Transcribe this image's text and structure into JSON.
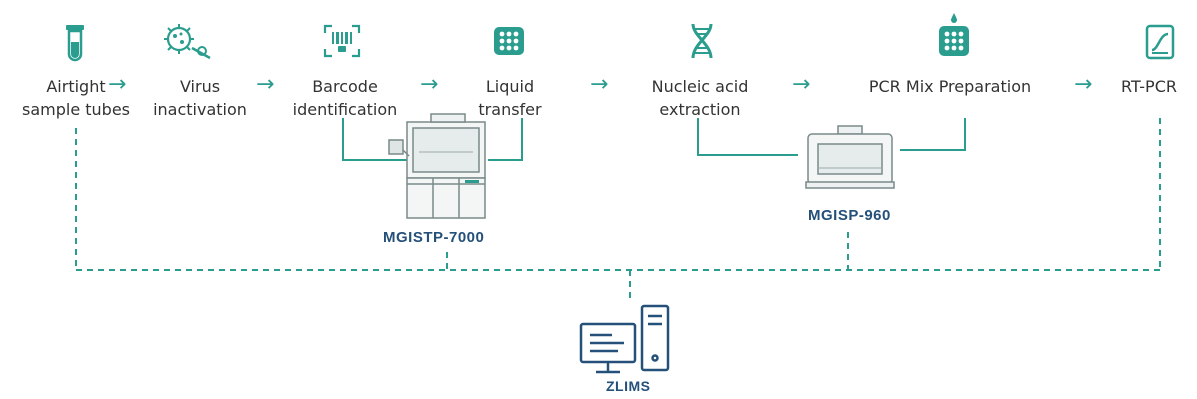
{
  "steps": [
    {
      "label": "Airtight\nsample tubes",
      "icon": "test-tube-icon"
    },
    {
      "label": "Virus\ninactivation",
      "icon": "virus-icon"
    },
    {
      "label": "Barcode\nidentification",
      "icon": "barcode-scan-icon"
    },
    {
      "label": "Liquid\ntransfer",
      "icon": "well-plate-icon"
    },
    {
      "label": "Nucleic acid\nextraction",
      "icon": "dna-icon"
    },
    {
      "label": "PCR Mix Preparation",
      "icon": "well-plate-drop-icon"
    },
    {
      "label": "RT-PCR",
      "icon": "amplification-curve-icon"
    }
  ],
  "instruments": {
    "stp": {
      "label": "MGISTP-7000"
    },
    "sp": {
      "label": "MGISP-960"
    }
  },
  "system": {
    "label": "ZLIMS",
    "icon": "computer-server-icon"
  },
  "colors": {
    "accent": "#2a9d8f",
    "label": "#24507a",
    "text": "#333333"
  }
}
